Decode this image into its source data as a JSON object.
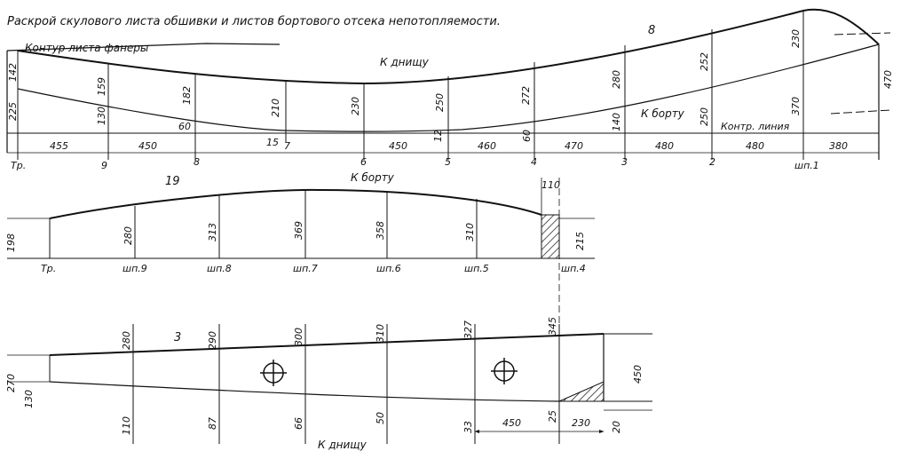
{
  "title": "Раскрой скулового листа обшивки и листов бортового отсека непотопляемости.",
  "top": {
    "labels": {
      "plywood": "Контур листа фанеры",
      "to_bottom": "К днищу",
      "to_side": "К борту",
      "control": "Контр. линия",
      "part": "8"
    },
    "stations": [
      "Тр.",
      "9",
      "8",
      "7",
      "6",
      "5",
      "4",
      "3",
      "2",
      "шп.1"
    ],
    "upper": [
      "142",
      "159",
      "182",
      "210",
      "230",
      "250",
      "272",
      "280",
      "252",
      "230"
    ],
    "lower": [
      "225",
      "130",
      "60",
      "15",
      "12",
      "60",
      "140",
      "250",
      "370"
    ],
    "spacings": [
      "455",
      "450",
      "450",
      "460",
      "470",
      "480",
      "480",
      "380"
    ],
    "end_dim": "470"
  },
  "mid": {
    "part": "19",
    "to_side": "К борту",
    "stations": [
      "Тр.",
      "шп.9",
      "шп.8",
      "шп.7",
      "шп.6",
      "шп.5",
      "шп.4"
    ],
    "heights": [
      "198",
      "280",
      "313",
      "369",
      "358",
      "310"
    ],
    "end_dims": [
      "110",
      "215"
    ]
  },
  "bottom": {
    "part": "3",
    "to_bottom": "К днищу",
    "left_dims": [
      "270",
      "130"
    ],
    "top_dims": [
      "280",
      "290",
      "300",
      "310",
      "327",
      "345"
    ],
    "bot_dims": [
      "110",
      "87",
      "66",
      "50",
      "33",
      "25"
    ],
    "right_dims": [
      "450",
      "20"
    ],
    "horiz_dims": [
      "450",
      "230"
    ]
  }
}
